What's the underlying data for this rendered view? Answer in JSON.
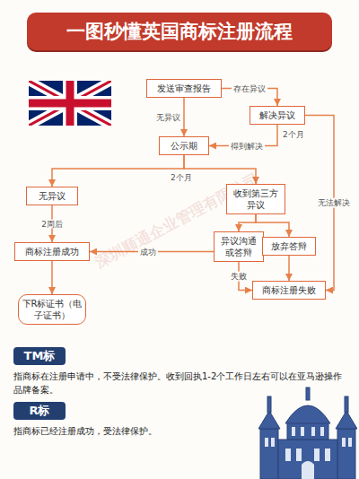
{
  "diagram": {
    "title": "一图秒懂英国商标注册流程",
    "nodes": [
      {
        "text": [
          "发送审查报告"
        ]
      },
      {
        "text": [
          "解决异议"
        ]
      },
      {
        "text": [
          "公示期"
        ]
      },
      {
        "text": [
          "无异议"
        ]
      },
      {
        "text": [
          "收到第三方异议"
        ]
      },
      {
        "text": [
          "异议沟通或答辩"
        ]
      },
      {
        "text": [
          "放弃答辩"
        ]
      },
      {
        "text": [
          "商标注册成功"
        ]
      },
      {
        "text": [
          "商标注册失败"
        ]
      },
      {
        "text": [
          "下R标证书（电子证书）"
        ]
      }
    ],
    "edges": [
      {
        "from": 0,
        "to": 1,
        "label": "存在异议",
        "arrow": "to"
      },
      {
        "from": 0,
        "to": 2,
        "label": "无异议",
        "arrow": "to"
      },
      {
        "from": 1,
        "to": 2,
        "label": "得到解决",
        "arrow": "to"
      },
      {
        "from": 1,
        "to": 8,
        "label": "无法解决",
        "arrow": "to"
      },
      {
        "from": 2,
        "to": 3,
        "arrow": "to"
      },
      {
        "from": 2,
        "to": 4,
        "arrow": "to"
      },
      {
        "from": 3,
        "to": 7,
        "label": "2周后",
        "arrow": "to"
      },
      {
        "from": 4,
        "to": 5,
        "arrow": "to"
      },
      {
        "from": 4,
        "to": 6,
        "arrow": "to"
      },
      {
        "from": 5,
        "to": 7,
        "label": "成功",
        "arrow": "to"
      },
      {
        "from": 5,
        "to": 8,
        "label": "失败",
        "arrow": "to"
      },
      {
        "from": 6,
        "to": 8,
        "arrow": "to"
      },
      {
        "from": 7,
        "to": 9,
        "arrow": "to"
      }
    ],
    "labels": [
      "2个月",
      "2个月",
      "TM标",
      "指商标在注册申请中，不受法律保护。收到回执1-2个工作日左右可以在亚马逊操作品牌备案。",
      "R标",
      "指商标已经注册成功，受法律保护。",
      "深圳顺通企业管理有限公司"
    ]
  }
}
